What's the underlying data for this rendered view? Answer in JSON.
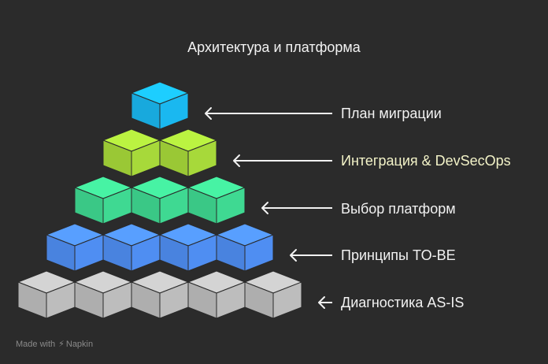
{
  "title": "Архитектура и платформа",
  "levels": [
    {
      "label": "План миграции",
      "cubes": 1,
      "color": "#1ab8f0",
      "label_color": "#f2f2f2"
    },
    {
      "label": "Интеграция & DevSecOps",
      "cubes": 2,
      "color": "#a7d93a",
      "label_color": "#f3f3c8"
    },
    {
      "label": "Выбор платформ",
      "cubes": 3,
      "color": "#3fd992",
      "label_color": "#f2f2f2"
    },
    {
      "label": "Принципы TO-BE",
      "cubes": 4,
      "color": "#4f8ef2",
      "label_color": "#f2f2f2"
    },
    {
      "label": "Диагностика AS-IS",
      "cubes": 5,
      "color": "#bdbdbd",
      "label_color": "#f2f2f2"
    }
  ],
  "credit": {
    "prefix": "Made with",
    "brand": "Napkin",
    "icon": "napkin-logo-icon"
  }
}
